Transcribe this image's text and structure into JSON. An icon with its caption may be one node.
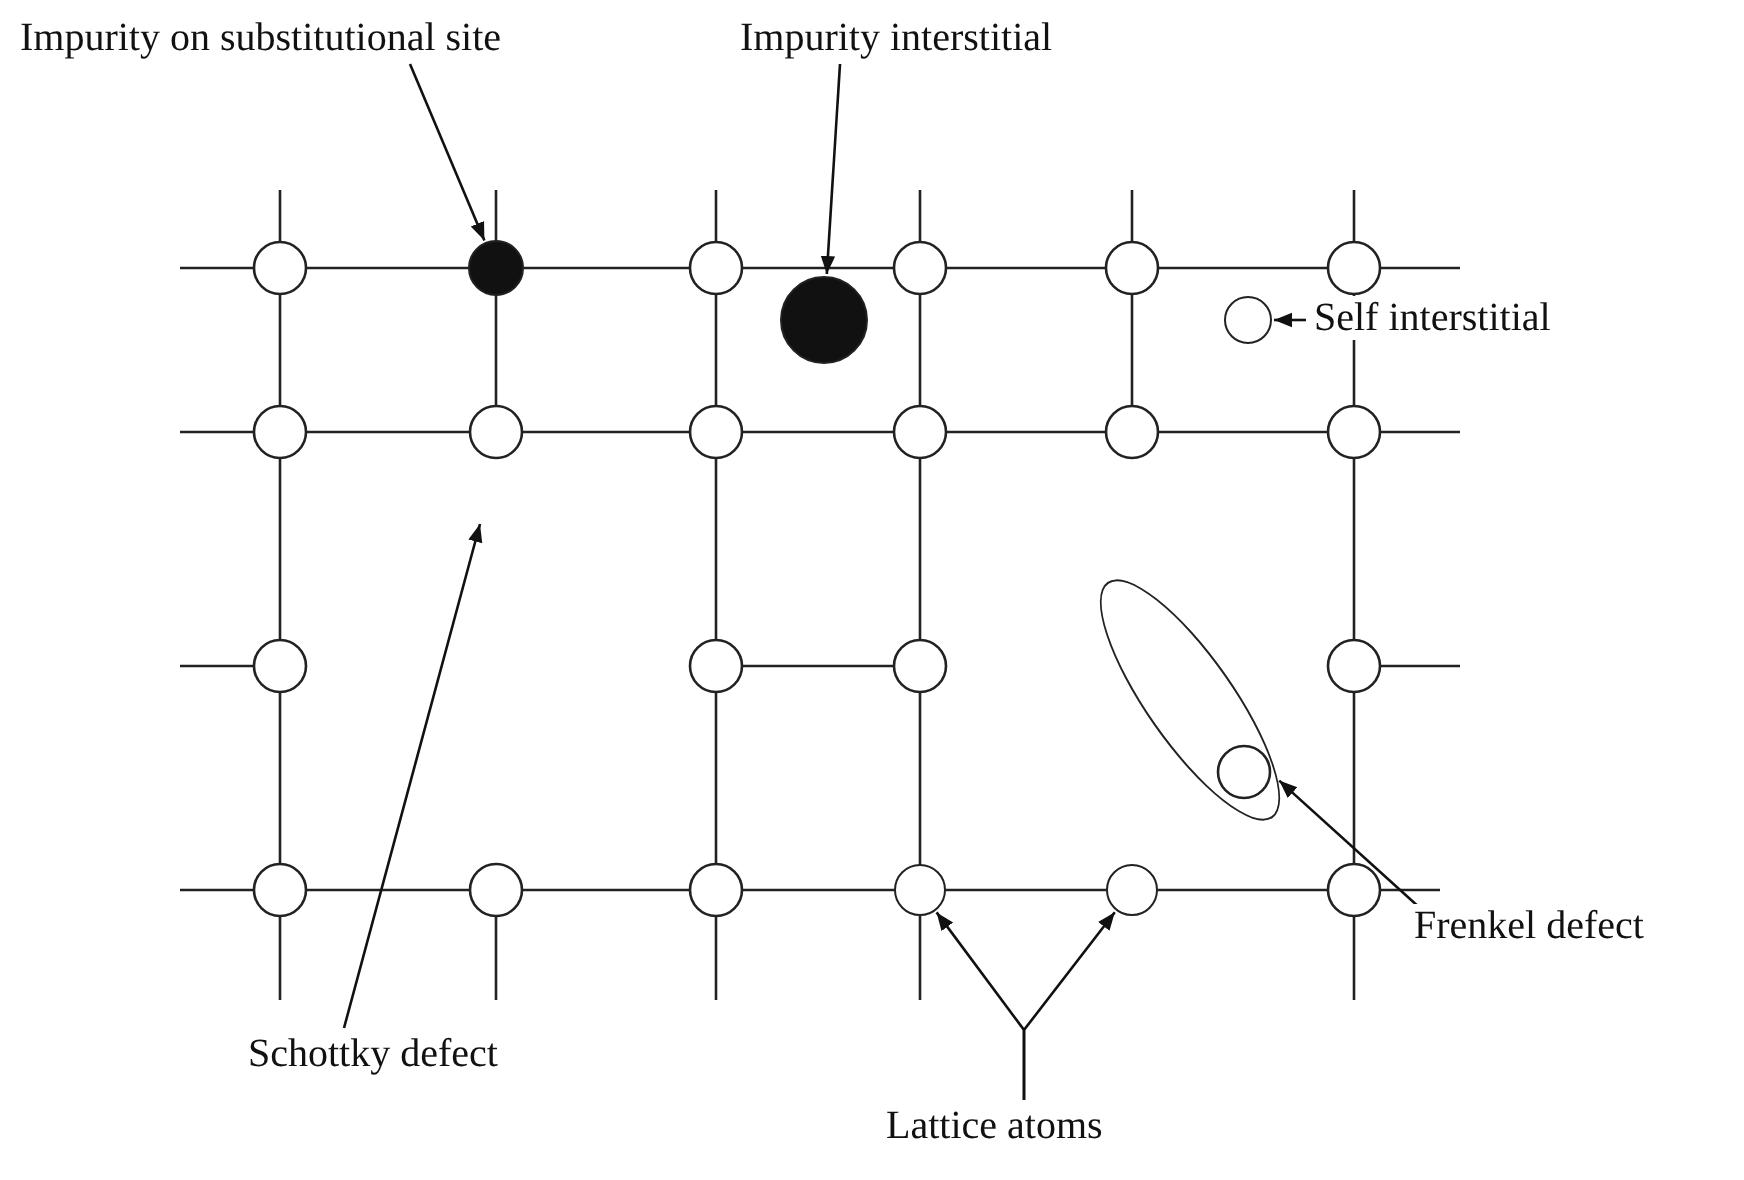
{
  "diagram": {
    "nodes": [
      {
        "text": [
          "Impurity on substitutional site"
        ]
      },
      {
        "text": [],
        "shape": "circle"
      },
      {
        "text": [
          "Impurity interstitial"
        ]
      },
      {
        "text": [],
        "shape": "circle"
      },
      {
        "text": [],
        "shape": "circle"
      },
      {
        "text": [
          "Self interstitial"
        ]
      },
      {
        "text": [],
        "shape": "ellipse"
      },
      {
        "text": [
          "Frenkel defect"
        ]
      },
      {
        "text": [
          "Schottky defect"
        ]
      },
      {
        "text": [
          "Lattice atoms"
        ]
      },
      {
        "text": [],
        "shape": "circle"
      },
      {
        "text": [],
        "shape": "circle"
      }
    ],
    "edges": [
      {
        "from": 0,
        "to": 1,
        "arrow": "to"
      },
      {
        "from": 2,
        "to": 3,
        "arrow": "to"
      },
      {
        "from": 5,
        "to": 4,
        "arrow": "to"
      },
      {
        "from": 7,
        "to": 6,
        "arrow": "to"
      },
      {
        "from": 8,
        "to": null,
        "arrow": "to"
      },
      {
        "from": 9,
        "to": 10,
        "arrow": "to"
      },
      {
        "from": 9,
        "to": 11,
        "arrow": "to"
      }
    ]
  }
}
